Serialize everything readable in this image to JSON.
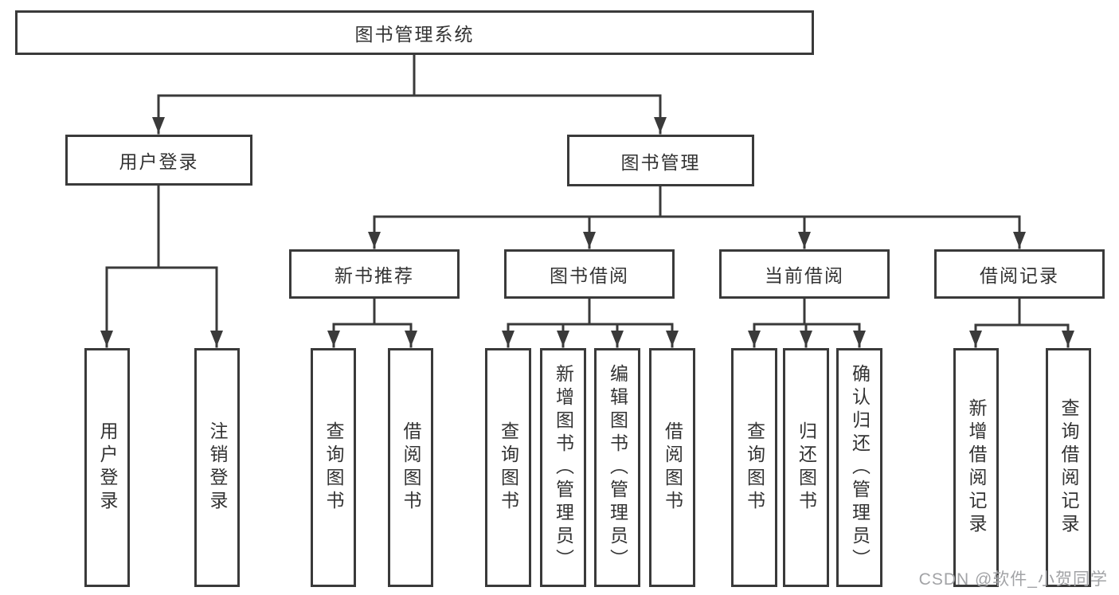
{
  "colors": {
    "line": "#3a3a3a",
    "text": "#333333",
    "watermark": "#a2a3a6",
    "background": "#ffffff"
  },
  "diagram": {
    "root": {
      "label": "图书管理系统"
    },
    "level2": [
      {
        "label": "用户登录"
      },
      {
        "label": "图书管理"
      }
    ],
    "level3": [
      {
        "label": "新书推荐"
      },
      {
        "label": "图书借阅"
      },
      {
        "label": "当前借阅"
      },
      {
        "label": "借阅记录"
      }
    ],
    "leaves": {
      "user_login": [
        "用户登录",
        "注销登录"
      ],
      "new_books": [
        "查询图书",
        "借阅图书"
      ],
      "book_borrowing": [
        "查询图书",
        "新增图书（管理员）",
        "编辑图书（管理员）",
        "借阅图书"
      ],
      "current_borrowing": [
        "查询图书",
        "归还图书",
        "确认归还（管理员）"
      ],
      "borrowing_records": [
        "新增借阅记录",
        "查询借阅记录"
      ]
    }
  },
  "watermark": {
    "text": "CSDN @软件_小贺同学"
  }
}
